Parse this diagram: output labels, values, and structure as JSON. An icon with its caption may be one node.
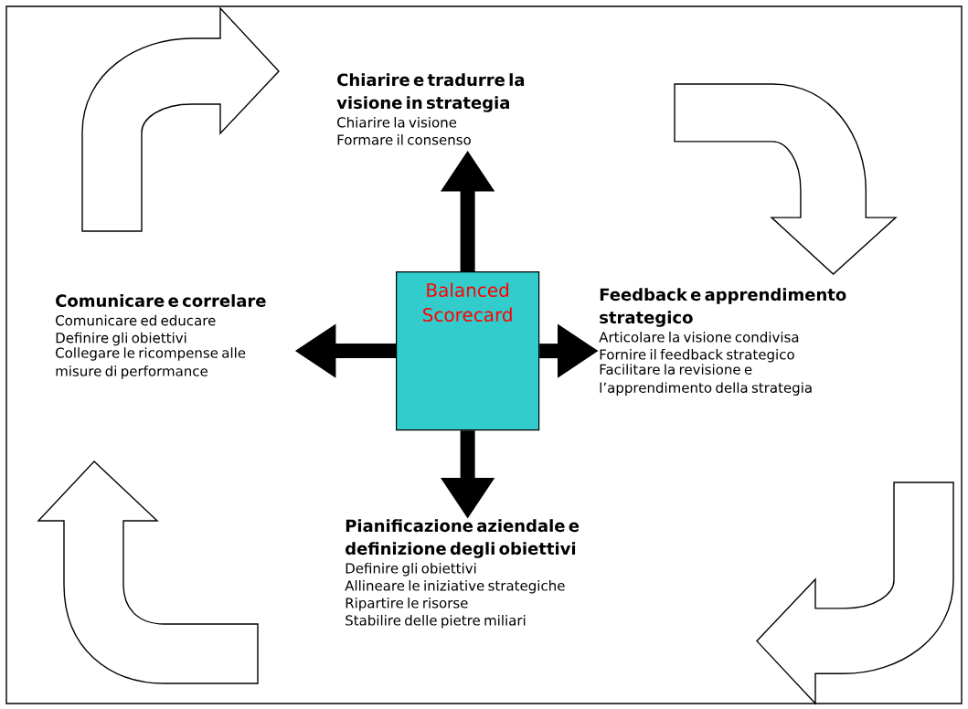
{
  "diagram": {
    "nodes": [
      {
        "text": [
          "Balanced Scorecard"
        ]
      },
      {
        "text": [
          "Chiarire e tradurre la visione in strategia",
          "Chiarire la visione",
          "Formare il consenso"
        ]
      },
      {
        "text": [
          "Feedback e apprendimento strategico",
          "Articolare la visione condivisa",
          "Fornire il feedback strategico",
          "Facilitare la revisione e l’apprendimento della strategia"
        ]
      },
      {
        "text": [
          "Pianificazione aziendale e definizione degli obiettivi",
          "Definire gli obiettivi",
          "Allineare le iniziative strategiche",
          "Ripartire le risorse",
          "Stabilire delle pietre miliari"
        ]
      },
      {
        "text": [
          "Comunicare e correlare",
          "Comunicare ed educare",
          "Definire gli obiettivi",
          "Collegare le ricompense alle misure di performance"
        ]
      }
    ],
    "edges": [
      {
        "from": 0,
        "to": 1,
        "arrow": "to"
      },
      {
        "from": 0,
        "to": 2,
        "arrow": "to"
      },
      {
        "from": 0,
        "to": 3,
        "arrow": "to"
      },
      {
        "from": 0,
        "to": 4,
        "arrow": "to"
      }
    ]
  }
}
